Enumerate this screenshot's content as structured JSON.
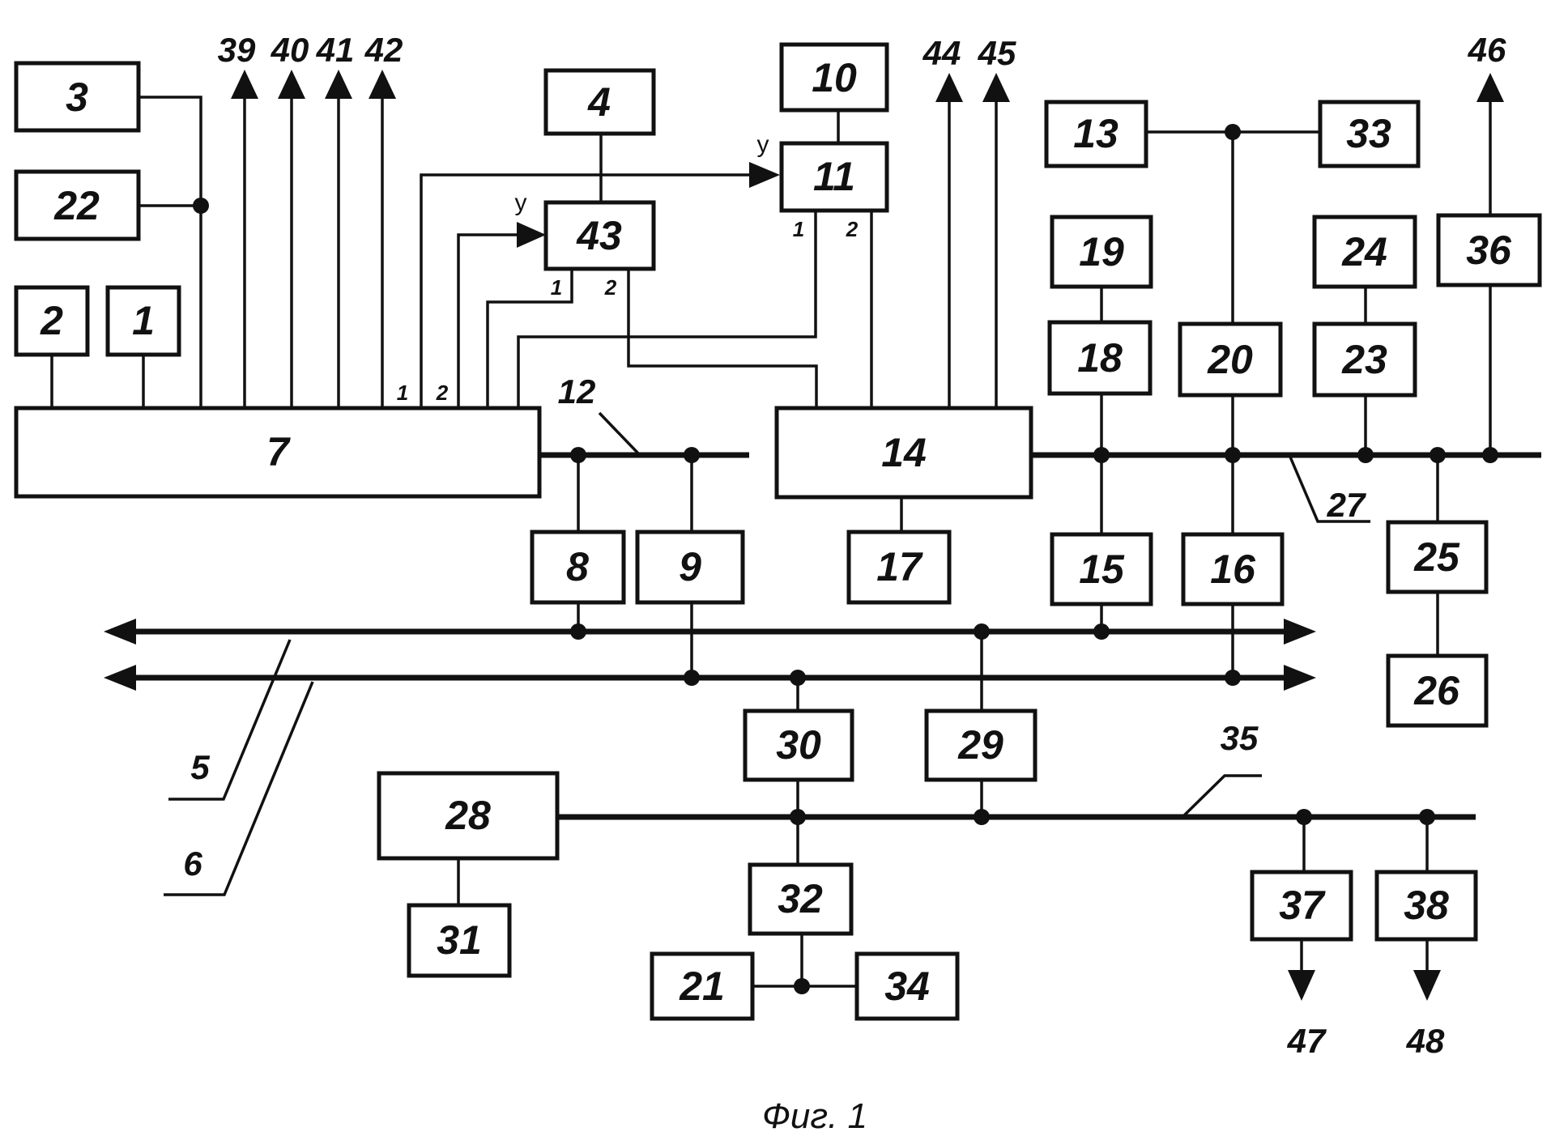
{
  "caption": "Фиг. 1",
  "blocks": {
    "b1": "1",
    "b2": "2",
    "b3": "3",
    "b4": "4",
    "b7": "7",
    "b8": "8",
    "b9": "9",
    "b10": "10",
    "b11": "11",
    "b13": "13",
    "b14": "14",
    "b15": "15",
    "b16": "16",
    "b17": "17",
    "b18": "18",
    "b19": "19",
    "b20": "20",
    "b21": "21",
    "b22": "22",
    "b23": "23",
    "b24": "24",
    "b25": "25",
    "b26": "26",
    "b28": "28",
    "b29": "29",
    "b30": "30",
    "b31": "31",
    "b32": "32",
    "b33": "33",
    "b34": "34",
    "b36": "36",
    "b37": "37",
    "b38": "38",
    "b43": "43"
  },
  "outputs": {
    "o39": "39",
    "o40": "40",
    "o41": "41",
    "o42": "42",
    "o44": "44",
    "o45": "45",
    "o46": "46",
    "o47": "47",
    "o48": "48"
  },
  "bus_labels": {
    "l5": "5",
    "l6": "6",
    "l12": "12",
    "l27": "27",
    "l35": "35"
  },
  "pins": {
    "one": "1",
    "two": "2"
  },
  "control_mark": "у"
}
